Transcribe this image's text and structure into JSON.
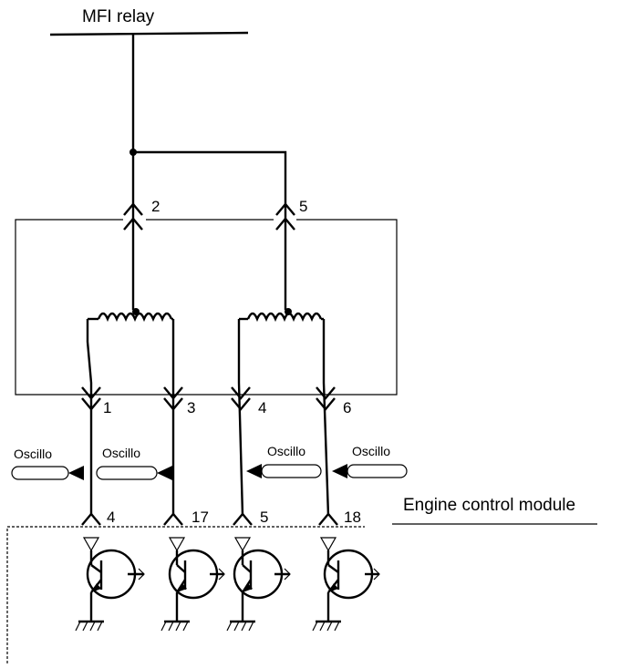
{
  "diagram": {
    "relay_label": "MFI relay",
    "ecm_label": "Engine control module",
    "probe_label": "Oscillo",
    "upper_pins": [
      "2",
      "5"
    ],
    "coil_pins": [
      "1",
      "3",
      "4",
      "6"
    ],
    "ecm_pins": [
      "4",
      "17",
      "5",
      "18"
    ]
  }
}
